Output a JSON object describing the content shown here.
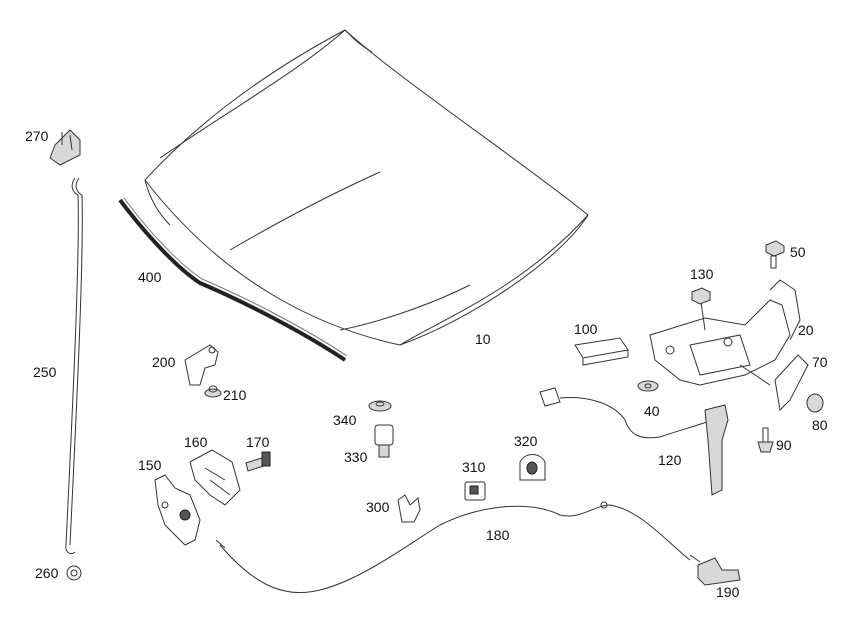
{
  "parts": [
    {
      "id": "p10",
      "label": "10"
    },
    {
      "id": "p20",
      "label": "20"
    },
    {
      "id": "p40",
      "label": "40"
    },
    {
      "id": "p50",
      "label": "50"
    },
    {
      "id": "p70",
      "label": "70"
    },
    {
      "id": "p80",
      "label": "80"
    },
    {
      "id": "p90",
      "label": "90"
    },
    {
      "id": "p100",
      "label": "100"
    },
    {
      "id": "p120",
      "label": "120"
    },
    {
      "id": "p130",
      "label": "130"
    },
    {
      "id": "p150",
      "label": "150"
    },
    {
      "id": "p160",
      "label": "160"
    },
    {
      "id": "p170",
      "label": "170"
    },
    {
      "id": "p180",
      "label": "180"
    },
    {
      "id": "p190",
      "label": "190"
    },
    {
      "id": "p200",
      "label": "200"
    },
    {
      "id": "p210",
      "label": "210"
    },
    {
      "id": "p250",
      "label": "250"
    },
    {
      "id": "p260",
      "label": "260"
    },
    {
      "id": "p270",
      "label": "270"
    },
    {
      "id": "p300",
      "label": "300"
    },
    {
      "id": "p310",
      "label": "310"
    },
    {
      "id": "p320",
      "label": "320"
    },
    {
      "id": "p330",
      "label": "330"
    },
    {
      "id": "p340",
      "label": "340"
    },
    {
      "id": "p400",
      "label": "400"
    }
  ]
}
